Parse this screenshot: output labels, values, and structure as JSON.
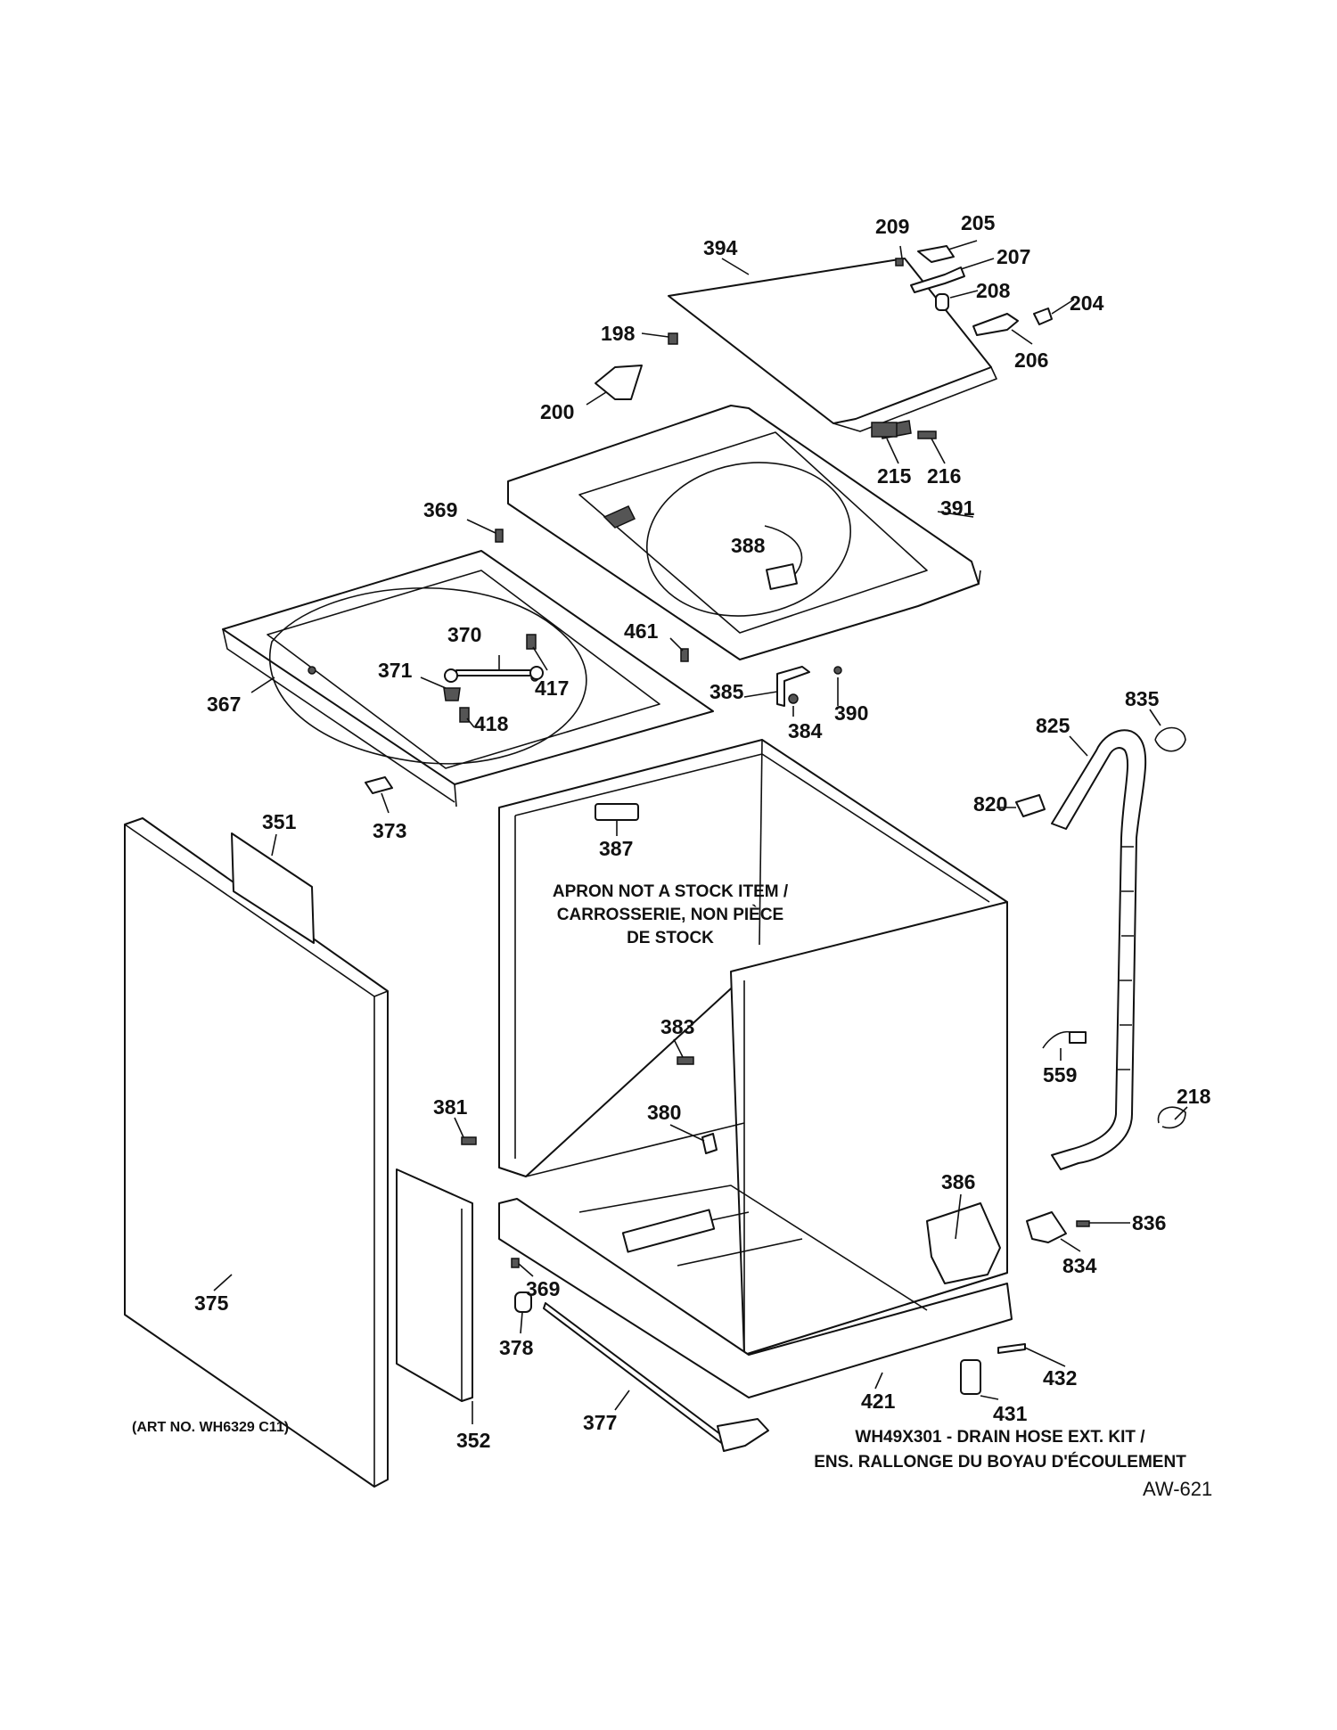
{
  "parts": [
    "394",
    "209",
    "205",
    "207",
    "208",
    "204",
    "206",
    "198",
    "200",
    "215",
    "216",
    "369",
    "391",
    "388",
    "370",
    "461",
    "371",
    "417",
    "367",
    "418",
    "385",
    "390",
    "384",
    "835",
    "825",
    "373",
    "351",
    "387",
    "820",
    "383",
    "559",
    "381",
    "380",
    "218",
    "386",
    "836",
    "834",
    "369",
    "378",
    "375",
    "432",
    "421",
    "431",
    "377",
    "352"
  ],
  "notes": {
    "apron_1": "APRON NOT A STOCK ITEM /",
    "apron_2": "CARROSSERIE, NON PIÈCE",
    "apron_3": "DE STOCK",
    "kit_1": "WH49X301 - DRAIN HOSE EXT. KIT /",
    "kit_2": "ENS. RALLONGE DU BOYAU D'ÉCOULEMENT",
    "art_no": "(ART NO. WH6329 C11)",
    "code": "AW-621"
  }
}
